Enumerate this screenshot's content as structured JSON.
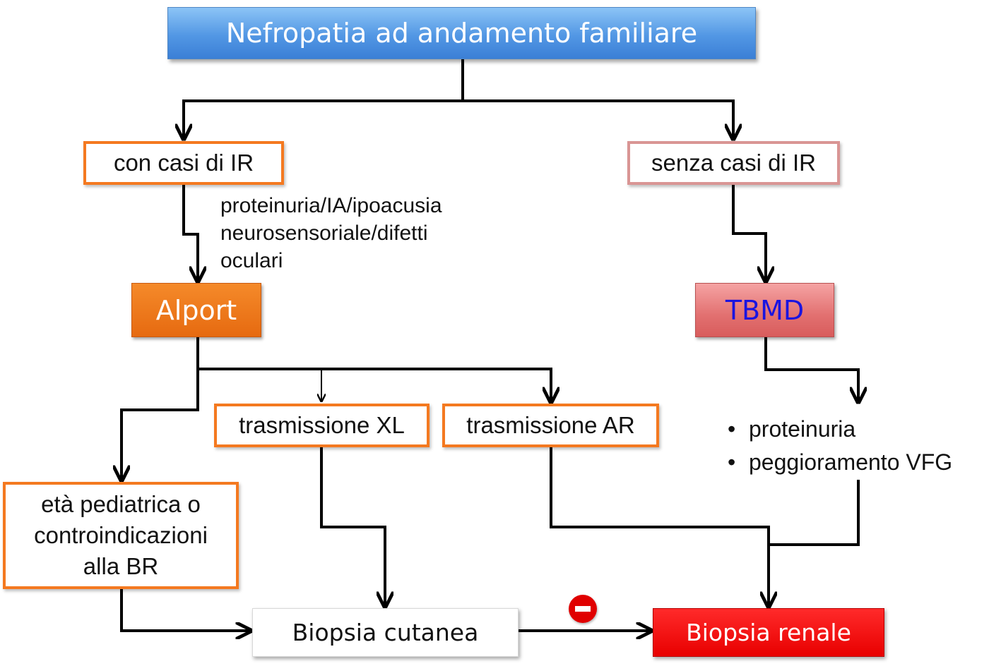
{
  "title": "Nefropatia ad andamento familiare",
  "branch_with": "con casi di IR",
  "branch_without": "senza casi di IR",
  "criteria": [
    "proteinuria/IA/ipoacusia",
    "neurosensoriale/difetti",
    "oculari"
  ],
  "alport": "Alport",
  "tbmd": "TBMD",
  "trasm_xl": "trasmissione XL",
  "trasm_ar": "trasmissione AR",
  "pediatric": [
    "età pediatrica o",
    "controindicazioni",
    "alla BR"
  ],
  "tbmd_findings": [
    "proteinuria",
    "peggioramento VFG"
  ],
  "bullet_glyph": "•",
  "biopsia_cutanea": "Biopsia cutanea",
  "biopsia_renale": "Biopsia renale",
  "colors": {
    "title_fill": "#5297e4",
    "accent_orange": "#f47920",
    "pink_border": "#d99594",
    "tbmd_fill": "#e27070",
    "tbmd_text": "#1a14e0",
    "renal_fill": "#ff0000",
    "connector": "#000000"
  },
  "icons": {
    "exclusion_marker": "no-entry-icon"
  }
}
